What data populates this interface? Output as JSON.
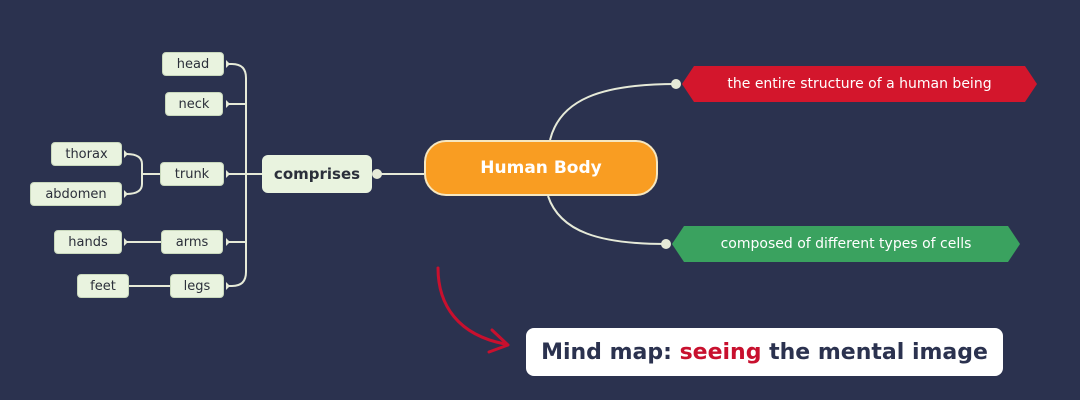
{
  "mindmap": {
    "center": "Human Body",
    "connector": "comprises",
    "definition": "the entire structure of a human being",
    "composition": "composed of different types of cells",
    "parts": {
      "head": "head",
      "neck": "neck",
      "trunk": "trunk",
      "thorax": "thorax",
      "abdomen": "abdomen",
      "arms": "arms",
      "hands": "hands",
      "legs": "legs",
      "feet": "feet"
    }
  },
  "caption": {
    "prefix": "Mind map: ",
    "highlight": "seeing",
    "suffix": " the mental image"
  },
  "colors": {
    "background": "#2b324f",
    "center_node": "#f99d22",
    "definition_tag": "#d3162c",
    "composition_tag": "#3aa25f",
    "leaf_node": "#e9f3df",
    "connector_line": "#e6ead8",
    "arrow": "#c8102e"
  }
}
